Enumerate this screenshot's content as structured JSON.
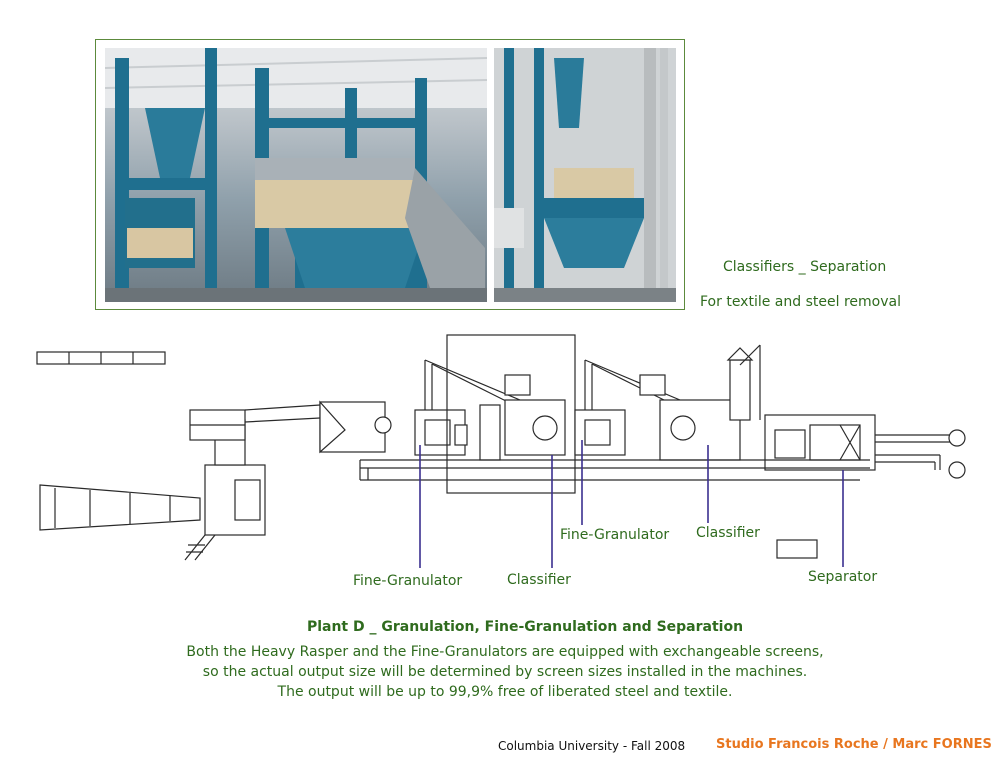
{
  "photos": {
    "left_name": "plant-photo-left",
    "right_name": "plant-photo-right"
  },
  "captions": {
    "title": "Classifiers _ Separation",
    "subtitle": "For textile and steel removal"
  },
  "diagram_labels": {
    "fine_granulator_1": "Fine-Granulator",
    "classifier_1": "Classifier",
    "fine_granulator_2": "Fine-Granulator",
    "classifier_2": "Classifier",
    "separator": "Separator"
  },
  "plant": {
    "title": "Plant D _ Granulation, Fine-Granulation and Separation",
    "lines": [
      "Both the Heavy Rasper and the Fine-Granulators are equipped with exchangeable screens,",
      "so the actual output size will be determined by screen sizes installed in the machines.",
      "The output will be up to 99,9% free of liberated steel and textile."
    ]
  },
  "footer": {
    "university": "Columbia University - Fall 2008",
    "studio": "Studio Francois Roche / Marc FORNES"
  },
  "colors": {
    "text_green": "#2f6b1e",
    "studio_orange": "#e8761f",
    "machine_blue": "#1f6f8f",
    "leader_purple": "#3b2f8f"
  }
}
